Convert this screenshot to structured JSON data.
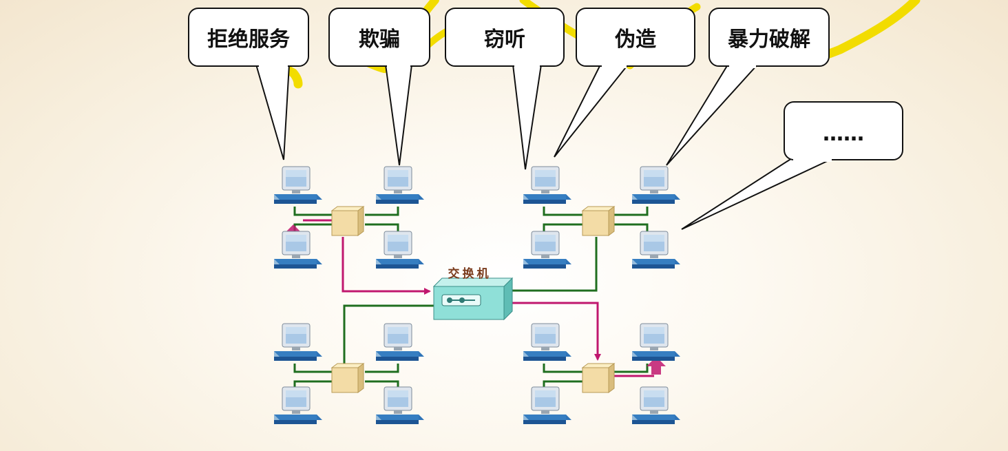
{
  "bubbles": {
    "dos": "拒绝服务",
    "deception": "欺骗",
    "eavesdrop": "窃听",
    "forgery": "伪造",
    "bruteforce": "暴力破解",
    "more": "……"
  },
  "switch": {
    "label": "交换机"
  },
  "colors": {
    "link_green": "#1f6e1f",
    "attack_path": "#c0176e",
    "highlight_stroke": "#f2dc00",
    "hub_fill": "#f3dca6",
    "switch_fill": "#8fe0d8"
  }
}
